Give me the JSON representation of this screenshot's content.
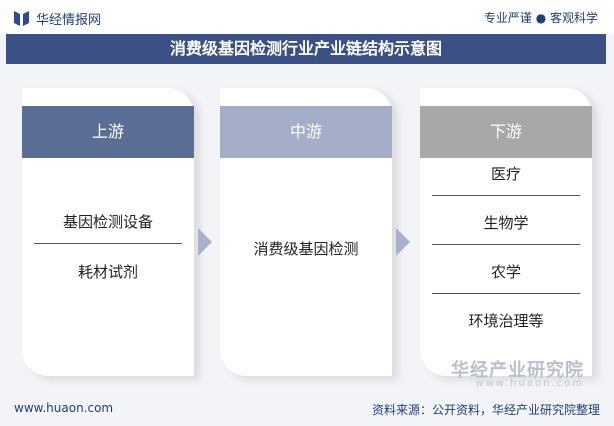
{
  "header": {
    "site_name": "华经情报网",
    "slogan": "专业严谨 ● 客观科学"
  },
  "title": "消费级基因检测行业产业链结构示意图",
  "stages": [
    {
      "label": "上游",
      "head_color": "#5b6e96",
      "items": [
        "基因检测设备",
        "耗材试剂"
      ]
    },
    {
      "label": "中游",
      "head_color": "#a5aec8",
      "items": [
        "消费级基因检测"
      ]
    },
    {
      "label": "下游",
      "head_color": "#a8a8a8",
      "items": [
        "医疗",
        "生物学",
        "农学",
        "环境治理等"
      ]
    }
  ],
  "arrow_color": "#a9b2cc",
  "watermark": {
    "main": "华经产业研究院",
    "sub": "www.huaon.com"
  },
  "footer": {
    "website": "www.huaon.com",
    "source": "资料来源：公开资料，华经产业研究院整理"
  }
}
